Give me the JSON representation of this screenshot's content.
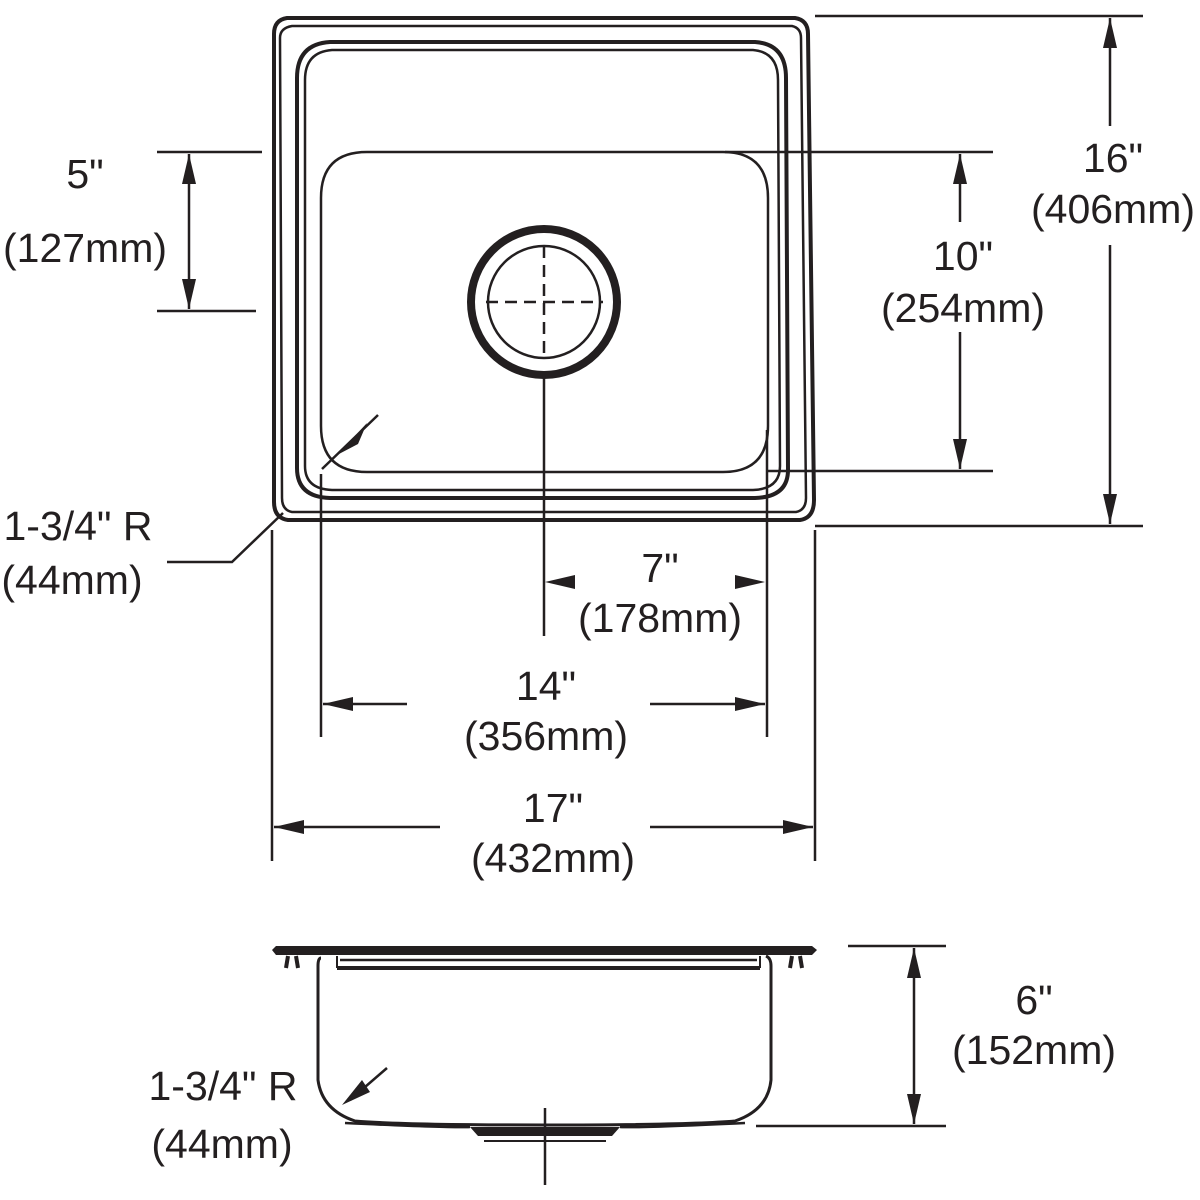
{
  "diagram": {
    "title": "Single bowl drop-in sink dimension drawing",
    "colors": {
      "line": "#231f20",
      "background": "#ffffff"
    },
    "top_view": {
      "overall_length": {
        "imperial": "16\"",
        "metric": "(406mm)"
      },
      "bowl_length": {
        "imperial": "10\"",
        "metric": "(254mm)"
      },
      "drain_offset_front": {
        "imperial": "5\"",
        "metric": "(127mm)"
      },
      "corner_radius": {
        "imperial": "1-3/4\" R",
        "metric": "(44mm)"
      },
      "drain_to_side": {
        "imperial": "7\"",
        "metric": "(178mm)"
      },
      "bowl_width": {
        "imperial": "14\"",
        "metric": "(356mm)"
      },
      "overall_width": {
        "imperial": "17\"",
        "metric": "(432mm)"
      }
    },
    "side_view": {
      "bowl_depth": {
        "imperial": "6\"",
        "metric": "(152mm)"
      },
      "corner_radius": {
        "imperial": "1-3/4\" R",
        "metric": "(44mm)"
      }
    }
  }
}
